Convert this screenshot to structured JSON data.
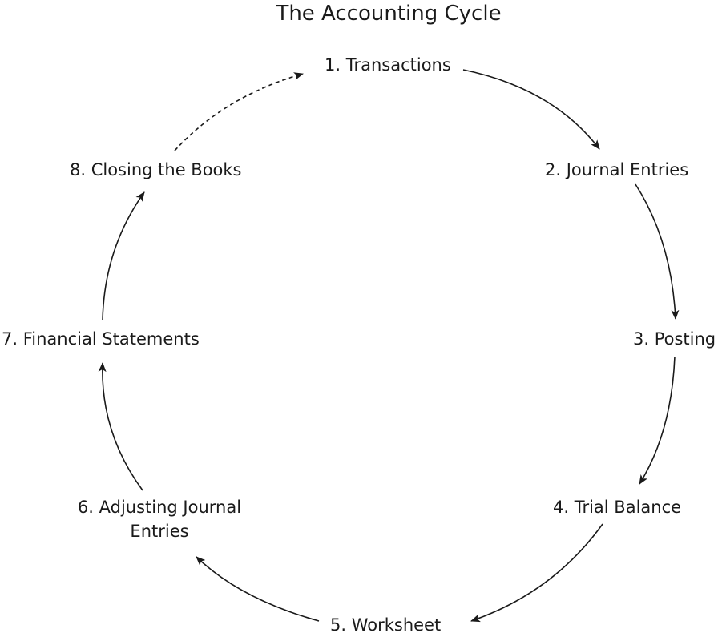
{
  "title": "The Accounting Cycle",
  "stages": [
    {
      "label": "1. Transactions"
    },
    {
      "label": "2. Journal Entries"
    },
    {
      "label": "3. Posting"
    },
    {
      "label": "4. Trial Balance"
    },
    {
      "label": "5. Worksheet"
    },
    {
      "label_line1": "6. Adjusting Journal",
      "label_line2": "Entries"
    },
    {
      "label": "7. Financial Statements"
    },
    {
      "label": "8. Closing the Books"
    }
  ]
}
